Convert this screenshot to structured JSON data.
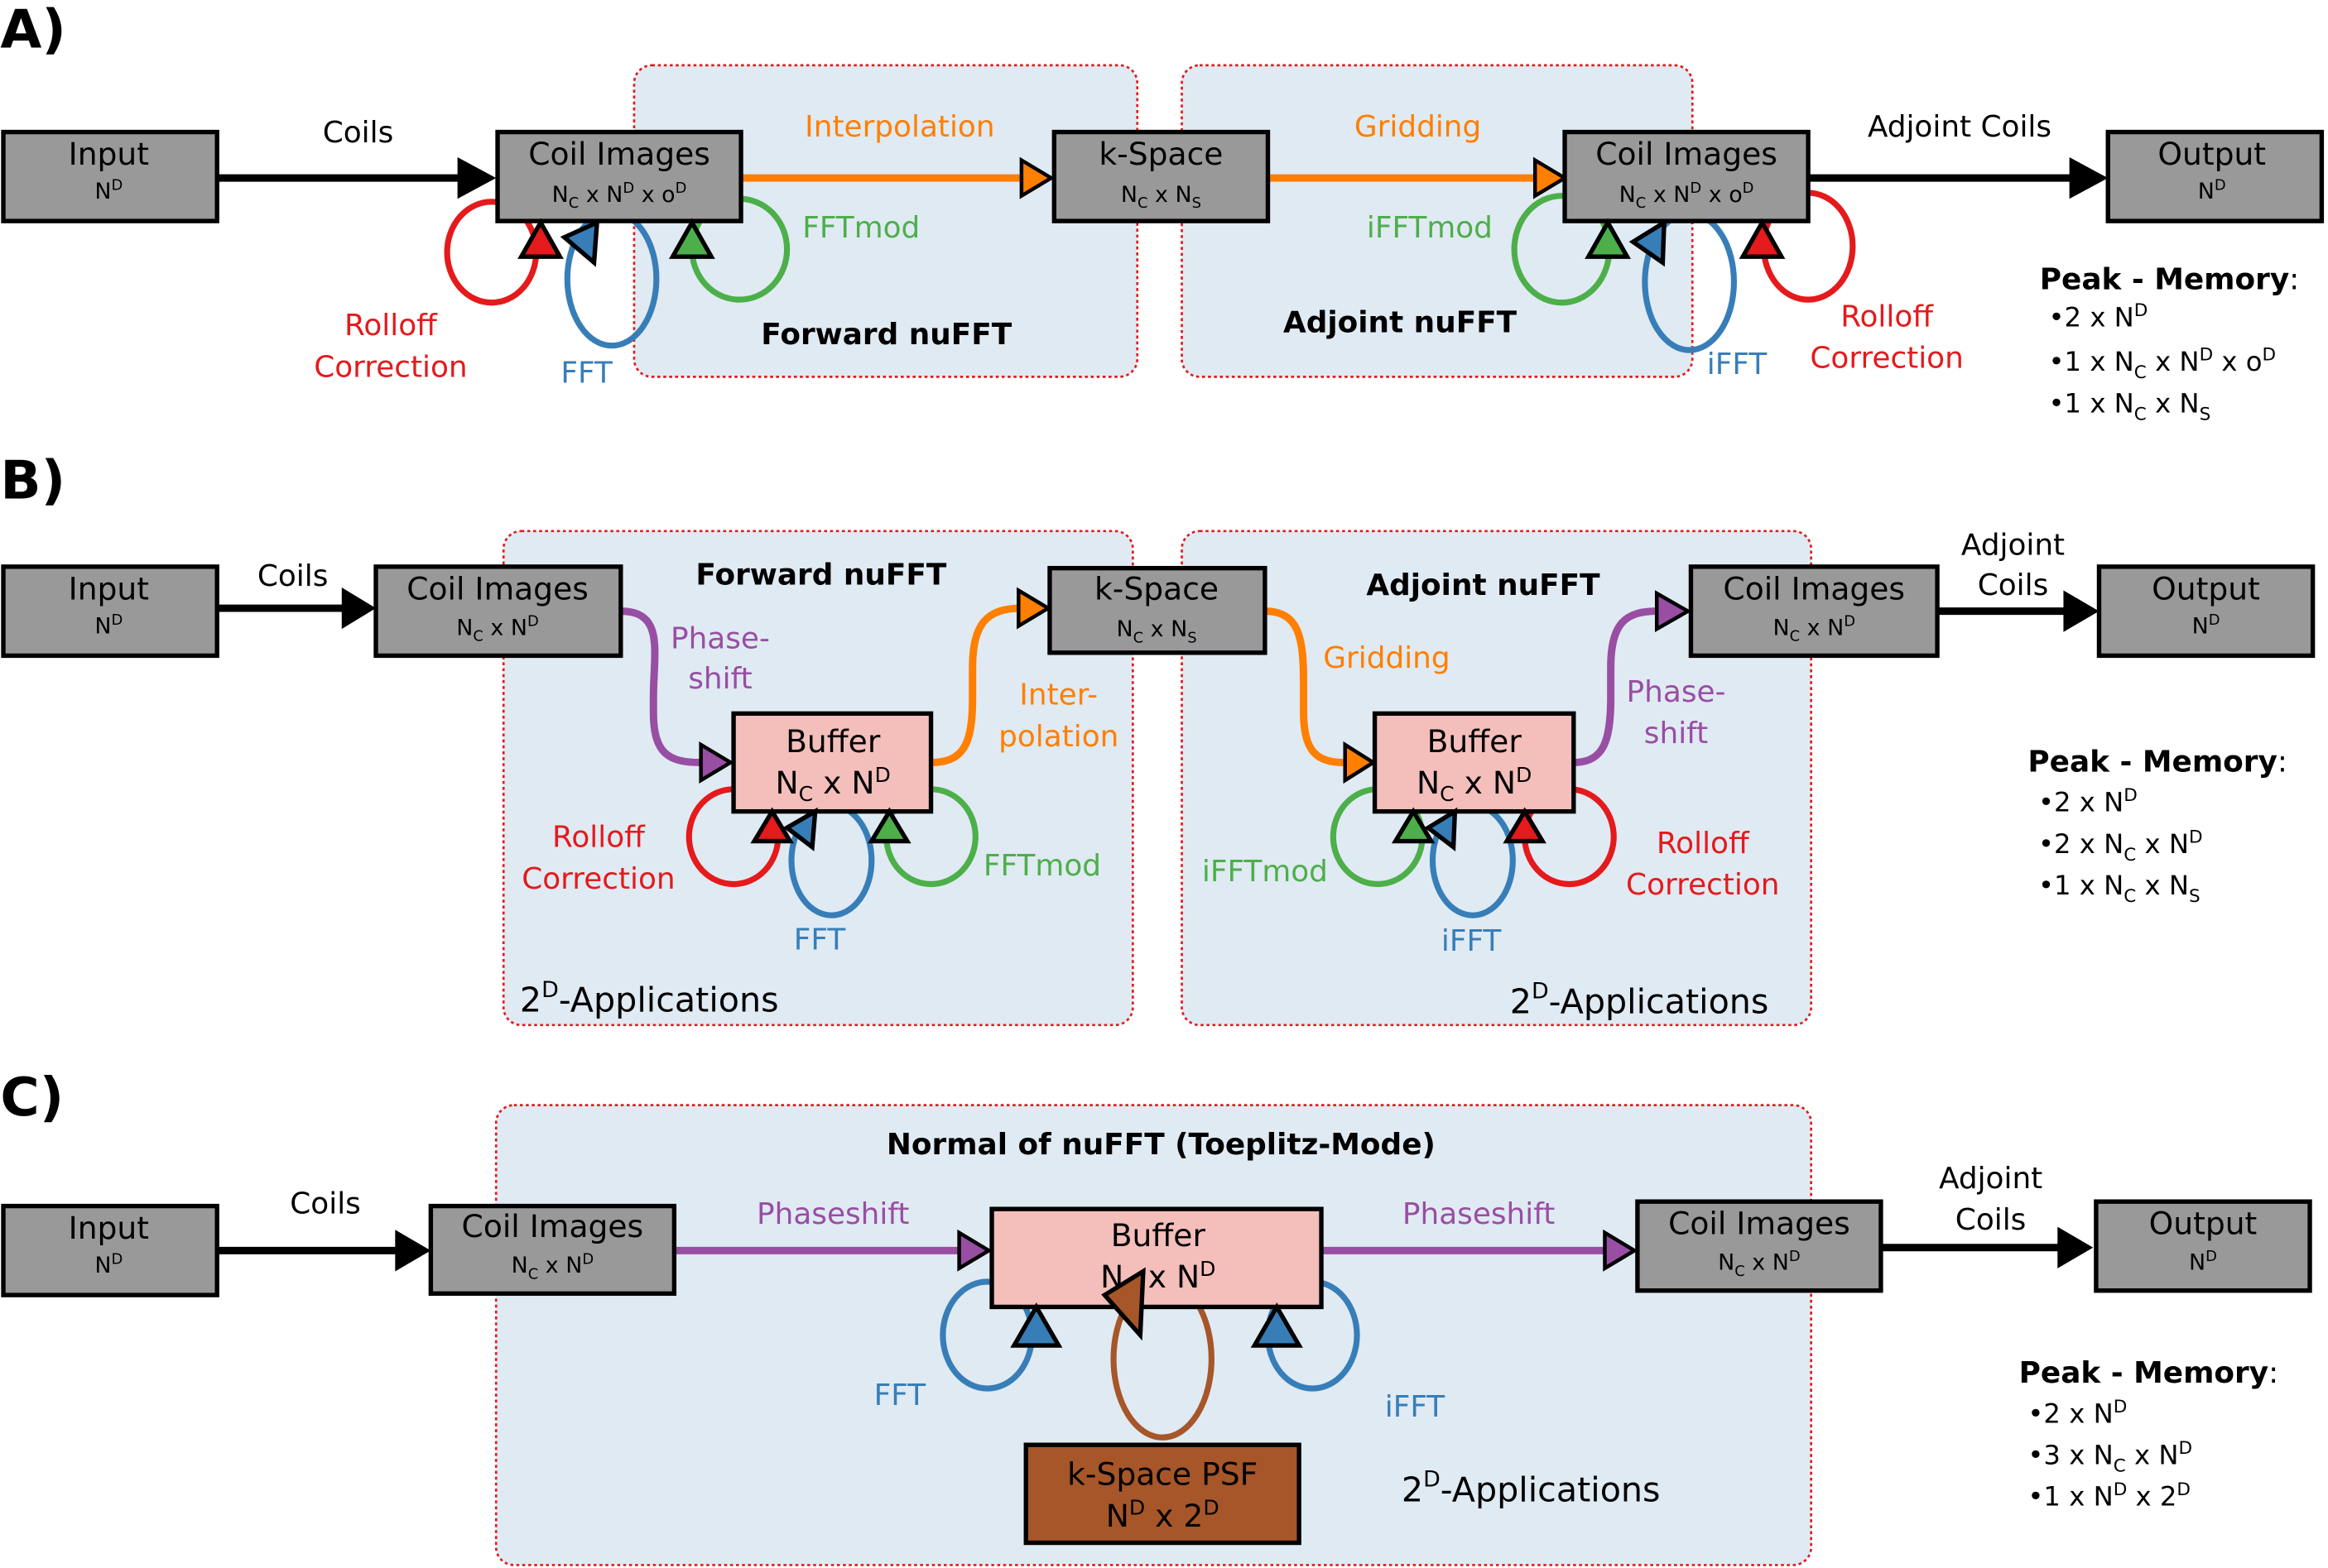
{
  "colors": {
    "box_gray": "#999999",
    "buffer_pink": "#f4bfbb",
    "psf_brown": "#a65628",
    "region_bg": "#e0eaf3",
    "region_border": "#e41a1c",
    "black": "#000000",
    "orange": "#ff7f00",
    "red": "#e41a1c",
    "blue": "#377eb8",
    "green": "#4daf4a",
    "purple": "#984ea3",
    "brown": "#a65628"
  },
  "panels": {
    "A": {
      "label": "A)",
      "input": {
        "title": "Input",
        "sub": "N",
        "sub_sup": "D"
      },
      "coils_label": "Coil s",
      "coil_images_left": {
        "title": "Coil Images"
      },
      "interpolation": "Interpolation",
      "kspace": {
        "title": "k-Space"
      },
      "gridding": "Gridding",
      "coil_images_right": {
        "title": "Coil Images"
      },
      "adjoint_coils": "Adjoint Coils",
      "output": {
        "title": "Output",
        "sub": "N",
        "sub_sup": "D"
      },
      "fftmod": "FFTmod",
      "ifftmod": "iFFTmod",
      "forward_title": "Forward nuFFT",
      "adjoint_title": "Adjoint nuFFT",
      "rolloff_left": [
        "Rolloff",
        "Correction"
      ],
      "rolloff_right": [
        "Rolloff",
        "Correction"
      ],
      "fft": "FFT",
      "ifft": "iFFT",
      "memory_title": "Peak - Memory",
      "memory_items": [
        "•2 x N^D",
        "•1 x N_C x N^D x o^D",
        "•1 x N_C x N_S"
      ]
    },
    "B": {
      "label": "B)",
      "input": {
        "title": "Input"
      },
      "coils_label": "Coils",
      "coil_images_left": {
        "title": "Coil Images"
      },
      "forward_title": "Forward nuFFT",
      "phaseshift_left": [
        "Phase-",
        "shift"
      ],
      "buffer_left": {
        "title": "Buffer"
      },
      "interpolation": [
        "Inter-",
        "polation"
      ],
      "kspace": {
        "title": "k-Space"
      },
      "adjoint_title": "Adjoint nuFFT",
      "gridding": "Gridding",
      "buffer_right": {
        "title": "Buffer"
      },
      "phaseshift_right": [
        "Phase-",
        "shift"
      ],
      "coil_images_right": {
        "title": "Coil Images"
      },
      "adjoint_coils": [
        "Adjoint",
        "Coils"
      ],
      "output": {
        "title": "Output"
      },
      "rolloff_left": [
        "Rolloff",
        "Correction"
      ],
      "fft": "FFT",
      "fftmod": "FFTmod",
      "ifftmod": "iFFTmod",
      "ifft": "iFFT",
      "rolloff_right": [
        "Rolloff",
        "Correction"
      ],
      "apps_left": "-Applications",
      "apps_right": "-Applications",
      "memory_title": "Peak - Memory",
      "memory_items": [
        "•2 x N^D",
        "•2 x N_C x N^D",
        "•1 x N_C x N_S"
      ]
    },
    "C": {
      "label": "C)",
      "input": {
        "title": "Input"
      },
      "coils_label": "Coils",
      "coil_images_left": {
        "title": "Coil Images"
      },
      "normal_title": "Normal of nuFFT (Toeplitz-Mode)",
      "phaseshift_left": "Phaseshift",
      "buffer": {
        "title": "Buffer"
      },
      "phaseshift_right": "Phaseshift",
      "coil_images_right": {
        "title": "Coil Images"
      },
      "adjoint_coils": [
        "Adjoint",
        "Coils"
      ],
      "output": {
        "title": "Output"
      },
      "fft": "FFT",
      "ifft": "iFFT",
      "psf": {
        "title": "k-Space PSF"
      },
      "apps": "-Applications",
      "memory_title": "Peak - Memory",
      "memory_items": [
        "•2 x N^D",
        "•3 x N_C x N^D",
        "•1 x N^D x 2^D"
      ]
    }
  },
  "sym": {
    "N": "N",
    "C": "C",
    "D": "D",
    "S": "S",
    "o": "o",
    "x": " x ",
    "two": "2",
    "colon": ":"
  }
}
